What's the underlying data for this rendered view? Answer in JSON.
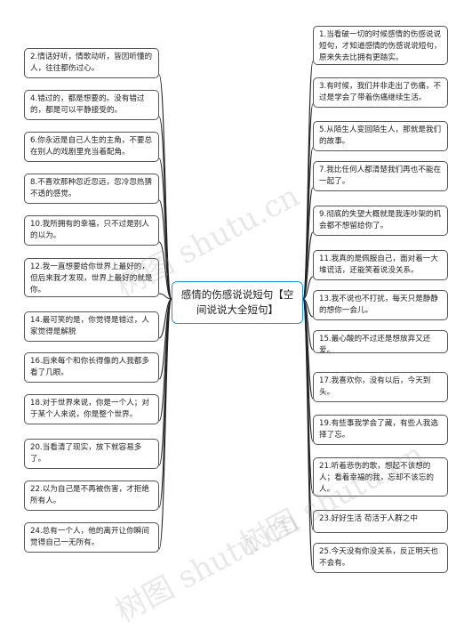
{
  "central_topic": "感情的伤感说说短句【空间说说大全短句】",
  "left_items": [
    "2.情话好听，情歌动听，皆因听懂的人，往往都伤过心。",
    "4.错过的，都是想要的。没有错过的，都是可以平静接受的。",
    "6.你永远是自己人生的主角，不要总在别人的戏剧里充当着配角。",
    "8.不喜欢那种忽近忽远，忽冷忽热猜不透的感觉。",
    "10.我所拥有的幸福，只不过是别人的以为。",
    "12.我一直想要给你世界上最好的，但后来我才发现，世界上最好的就是你。",
    "14.最可笑的是，你觉得是错过，人家觉得是解脱",
    "16.后来每个和你长得像的人我都多看了几眼。",
    "18.对于世界来说，你是一个人；对于某个人来说，你是整个世界。",
    "20.当看清了现实，放下就容易多了。",
    "22.以为自己是不再被伤害，才拒绝所有人。",
    "24.总有一个人，他的离开让你瞬间觉得自己一无所有。"
  ],
  "right_items": [
    "1.当看破一切的时候感情的伤感说说短句，才知道感情的伤感说说短句，原来失去比拥有更踏实。",
    "3.有时候，我们并非走出了伤痛，不过是学会了带着伤痛继续生活。",
    "5.从陌生人变回陌生人，那就是我们的故事。",
    "7.我比任何人都清楚我们再也不能在一起了。",
    "9.彻底的失望大概就是我连吵架的机会都不想留给你了。",
    "11.我真的是佩服自己，面对着一大堆谎话，还能笑着说没关系。",
    "13.我不说也不打扰，每天只是静静的想你一会儿。",
    "15.最心酸的不过还是想放弃又还爱。",
    "17.我喜欢你，没有以后，今天到头。",
    "19.有些事我学会了藏，有些人我选择了忘。",
    "21.听着悲伤的歌，想起不该想的人；看着幸福的我，忘却不该忘的人。",
    "23.好好生活 苟活于人群之中",
    "25.今天没有你没关系，反正明天也不会有。"
  ],
  "watermarks": [
    "树图 shutu.cn",
    "树图 shutu.cn",
    "树图 shutu.cn"
  ],
  "colors": {
    "center_border": "#1e9bd7",
    "node_border": "#555555",
    "line": "#222222"
  }
}
